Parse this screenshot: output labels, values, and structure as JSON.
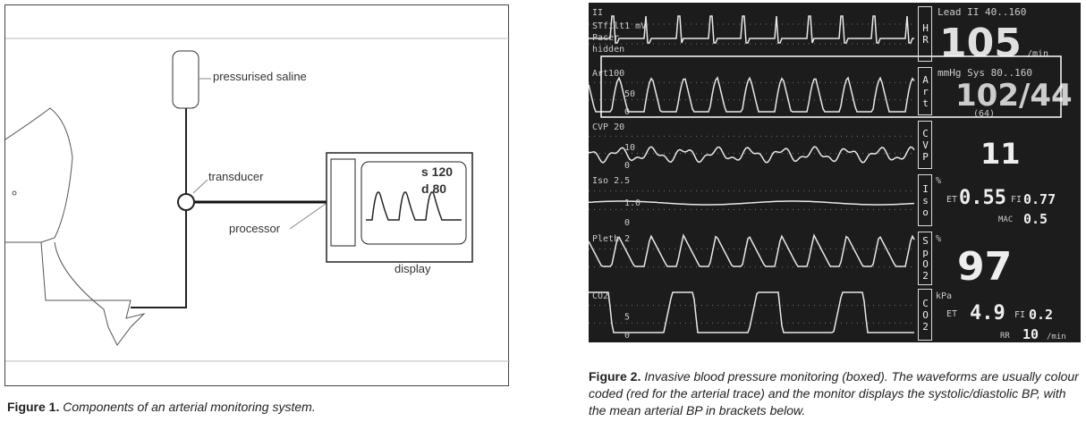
{
  "figure1": {
    "labels": {
      "saline": "pressurised saline",
      "transducer": "transducer",
      "processor": "processor",
      "display": "display",
      "sys": "s 120",
      "dia": "d 80"
    },
    "caption_label": "Figure 1.",
    "caption_text": "Components of an arterial monitoring system."
  },
  "figure2": {
    "monitor": {
      "rows": [
        {
          "tag": "HR",
          "wave_label": "II",
          "wave_sub": [
            "STfilt1 mV",
            "Pacer",
            "hidden"
          ],
          "header": "Lead II    40..160",
          "value": "105",
          "unit": "/min"
        },
        {
          "tag": "Art",
          "wave_label": "Art100",
          "scale_mid": "50",
          "scale_low": "0",
          "header": "mmHg Sys 80..160",
          "value": "102/44",
          "sub": "(64)"
        },
        {
          "tag": "CVP",
          "wave_label": "CVP 20",
          "scale_mid": "10",
          "scale_low": "0",
          "value": "11"
        },
        {
          "tag": "Iso",
          "wave_label": "Iso   2.5",
          "scale_mid": "1.0",
          "scale_low": "0",
          "unit": "%",
          "et_label": "ET",
          "et": "0.55",
          "fi_label": "FI",
          "fi": "0.77",
          "mac_label": "MAC",
          "mac": "0.5"
        },
        {
          "tag": "SpO2",
          "wave_label": "Pleth 2",
          "unit": "%",
          "value": "97"
        },
        {
          "tag": "CO2",
          "wave_label": "CO2",
          "scale_mid": "5",
          "scale_low": "0",
          "unit": "kPa",
          "et_label": "ET",
          "et": "4.9",
          "fi_label": "FI",
          "fi": "0.2",
          "rr_label": "RR",
          "rr": "10",
          "rr_unit": "/min"
        }
      ]
    },
    "caption_label": "Figure 2.",
    "caption_text": "Invasive blood pressure monitoring (boxed). The waveforms are usually colour coded (red for the arterial trace) and the monitor displays the systolic/diastolic BP, with the mean arterial BP in brackets below."
  }
}
